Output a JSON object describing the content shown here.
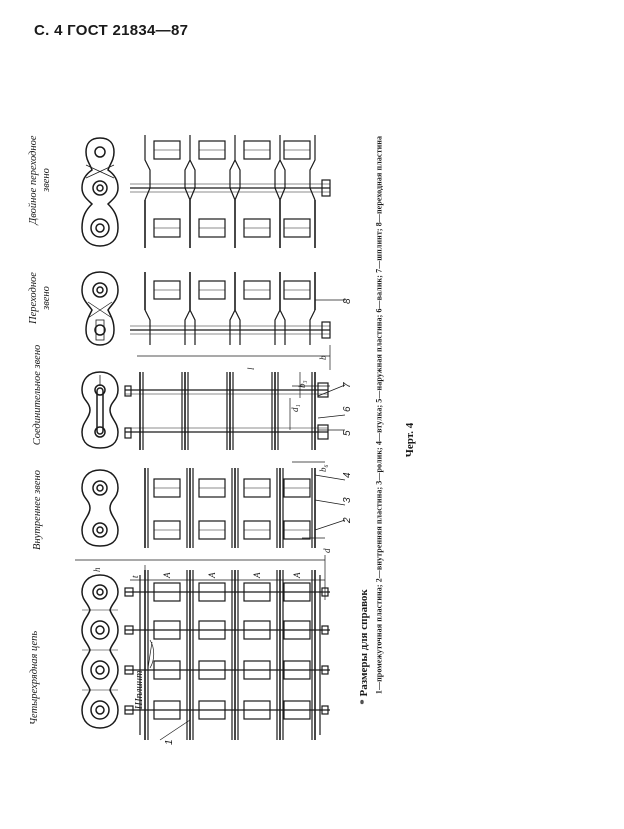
{
  "page": {
    "header": "С. 4 ГОСТ 21834—87"
  },
  "titles": {
    "four_row": "Четырехрядная цепь",
    "inner": "Внутреннее звено",
    "connecting": "Соединительное звено",
    "transition_1": "Переходное",
    "transition_2": "звено",
    "double_transition_1": "Двойное переходное",
    "double_transition_2": "звено"
  },
  "labels": {
    "shplint": "Шплинт"
  },
  "part_numbers": [
    "1",
    "2",
    "3",
    "4",
    "5",
    "6",
    "7",
    "8"
  ],
  "dimensions": {
    "A": "A",
    "h": "h",
    "l": "l",
    "d": "d",
    "d1": "d₁",
    "b": "b",
    "b3": "b₃",
    "b6": "b₆",
    "t": "t"
  },
  "notes": {
    "footnote": "* Размеры для справок",
    "legend": "1—промежуточная пластина; 2—внутренняя пластина; 3—ролик; 4—втулка; 5—наружная пластина; 6—валик; 7—шплинт; 8—переходная пластина",
    "figure": "Черт. 4"
  }
}
